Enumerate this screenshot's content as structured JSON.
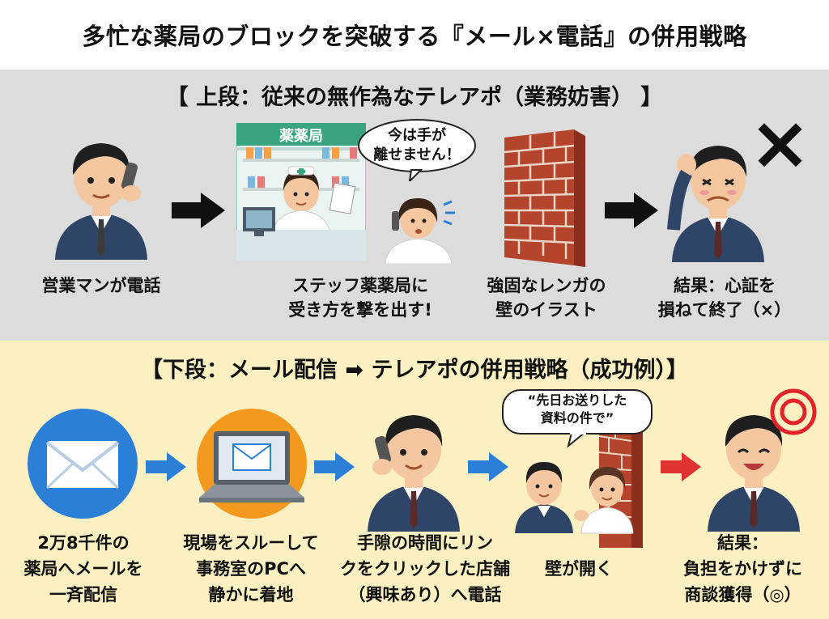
{
  "title": "多忙な薬局のブロックを突破する『メール×電話』の併用戦略",
  "upper": {
    "heading": "【 上段：従来の無作為なテレアポ（業務妨害） 】",
    "pharmacy_sign": "薬薬局",
    "bubble": [
      "今は手が",
      "離せません！"
    ],
    "captions": [
      [
        "営業マンが電話"
      ],
      [
        "ステッフ薬薬局に",
        "受き方を撃を出す!"
      ],
      [
        "強固なレンガの",
        "壁のイラスト"
      ],
      [
        "結果：心証を",
        "損ねて終了（×）"
      ]
    ],
    "result_mark": "×"
  },
  "lower": {
    "heading": "【下段：メール配信 ➡ テレアポの併用戦略（成功例）】",
    "bubble": [
      "“先日お送りした",
      "資料の件で”"
    ],
    "captions": [
      [
        "2万8千件の",
        "薬局へメールを",
        "一斉配信"
      ],
      [
        "現場をスルーして",
        "事務室のPCへ",
        "静かに着地"
      ],
      [
        "手隙の時間にリン",
        "クをクリックした店舗",
        "（興味あり）へ電話"
      ],
      [
        "壁が開く"
      ],
      [
        "結果：",
        "負担をかけずに",
        "商談獲得（◎）"
      ]
    ],
    "result_mark": "◎"
  },
  "colors": {
    "upper_bg": "#dcdcdc",
    "lower_bg": "#fbf0c2",
    "suit": "#2f4567",
    "skin": "#f4c7a1",
    "hair": "#1f1f1f",
    "brick": "#b5442c",
    "blue_arrow": "#2b7fd6",
    "red_arrow": "#e03232",
    "orange_circle": "#f39a1e",
    "target_red": "#e2242a"
  }
}
